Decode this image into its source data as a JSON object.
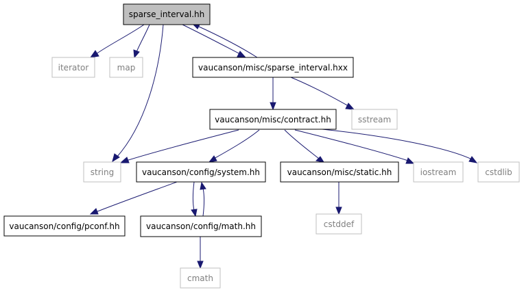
{
  "diagram": {
    "nodes": {
      "sparse_interval_hh": "sparse_interval.hh",
      "iterator": "iterator",
      "map": "map",
      "sparse_interval_hxx": "vaucanson/misc/sparse_interval.hxx",
      "sstream": "sstream",
      "contract_hh": "vaucanson/misc/contract.hh",
      "string": "string",
      "system_hh": "vaucanson/config/system.hh",
      "static_hh": "vaucanson/misc/static.hh",
      "iostream": "iostream",
      "cstdlib": "cstdlib",
      "pconf_hh": "vaucanson/config/pconf.hh",
      "math_hh": "vaucanson/config/math.hh",
      "cstddef": "cstddef",
      "cmath": "cmath"
    },
    "edges": [
      [
        "sparse_interval_hh",
        "iterator"
      ],
      [
        "sparse_interval_hh",
        "map"
      ],
      [
        "sparse_interval_hh",
        "sparse_interval_hxx"
      ],
      [
        "sparse_interval_hh",
        "string"
      ],
      [
        "sparse_interval_hxx",
        "sparse_interval_hh"
      ],
      [
        "sparse_interval_hxx",
        "contract_hh"
      ],
      [
        "sparse_interval_hxx",
        "sstream"
      ],
      [
        "contract_hh",
        "string"
      ],
      [
        "contract_hh",
        "system_hh"
      ],
      [
        "contract_hh",
        "static_hh"
      ],
      [
        "contract_hh",
        "iostream"
      ],
      [
        "contract_hh",
        "cstdlib"
      ],
      [
        "system_hh",
        "pconf_hh"
      ],
      [
        "system_hh",
        "math_hh"
      ],
      [
        "math_hh",
        "system_hh"
      ],
      [
        "static_hh",
        "cstddef"
      ],
      [
        "math_hh",
        "cmath"
      ]
    ],
    "colors": {
      "edge": "#191970",
      "main_fill": "#bfbfbf",
      "system_border": "#bfbfbf",
      "system_text": "#7f7f7f"
    }
  }
}
